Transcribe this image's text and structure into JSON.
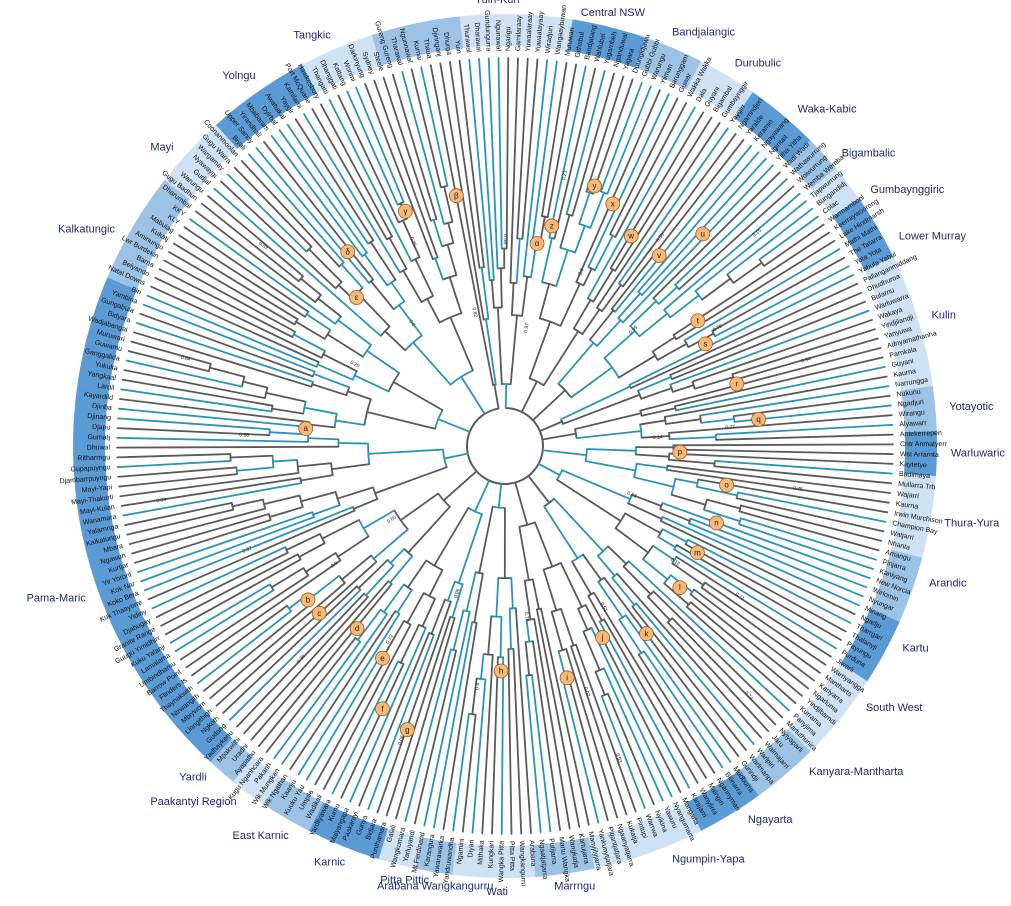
{
  "colors": {
    "band_dark": "#5b9bd5",
    "band_mid": "#9cc3e5",
    "band_light": "#cfe2f3",
    "label": "#1d2a70",
    "branch_gray": "#5a5a5a",
    "branch_blue": "#2a93b8",
    "node_fill": "#f7b977",
    "node_stroke": "#9a5a20"
  },
  "groups": [
    {
      "name": "Yuin-Kuri",
      "from": -6,
      "to": 9,
      "shade": "light"
    },
    {
      "name": "Central NSW",
      "from": 9,
      "to": 19,
      "shade": "dark"
    },
    {
      "name": "Bandjalangic",
      "from": 19,
      "to": 27,
      "shade": "mid"
    },
    {
      "name": "Durubulic",
      "from": 27,
      "to": 35,
      "shade": "light"
    },
    {
      "name": "Waka-Kabic",
      "from": 35,
      "to": 45,
      "shade": "dark"
    },
    {
      "name": "Bigambalic",
      "from": 45,
      "to": 50,
      "shade": "mid"
    },
    {
      "name": "Gumbaynggiric",
      "from": 50,
      "to": 55,
      "shade": "light"
    },
    {
      "name": "Lower Murray",
      "from": 55,
      "to": 64,
      "shade": "dark"
    },
    {
      "name": "Kulin",
      "from": 64,
      "to": 82,
      "shade": "light"
    },
    {
      "name": "Yotayotic",
      "from": 82,
      "to": 88,
      "shade": "mid"
    },
    {
      "name": "Warluwaric",
      "from": 88,
      "to": 94,
      "shade": "dark"
    },
    {
      "name": "Thura-Yura",
      "from": 94,
      "to": 105,
      "shade": "light"
    },
    {
      "name": "Arandic",
      "from": 105,
      "to": 114,
      "shade": "mid"
    },
    {
      "name": "Kartu",
      "from": 114,
      "to": 123,
      "shade": "dark"
    },
    {
      "name": "South West",
      "from": 123,
      "to": 135,
      "shade": "light"
    },
    {
      "name": "Kanyara-Mantharta",
      "from": 135,
      "to": 144,
      "shade": "mid"
    },
    {
      "name": "Ngayarta",
      "from": 144,
      "to": 153,
      "shade": "dark"
    },
    {
      "name": "Ngumpin-Yapa",
      "from": 153,
      "to": 168,
      "shade": "light"
    },
    {
      "name": "Marrngu",
      "from": 168,
      "to": 176,
      "shade": "mid"
    },
    {
      "name": "Wati",
      "from": 176,
      "to": 187,
      "shade": "light"
    },
    {
      "name": "Arabana Wangkangurru",
      "from": 187,
      "to": 192,
      "shade": "mid"
    },
    {
      "name": "Pitta Pittic",
      "from": 192,
      "to": 197,
      "shade": "light"
    },
    {
      "name": "Karnic",
      "from": 197,
      "to": 207,
      "shade": "dark"
    },
    {
      "name": "East Karnic",
      "from": 207,
      "to": 214,
      "shade": "mid"
    },
    {
      "name": "Paakantyi Region",
      "from": 214,
      "to": 219,
      "shade": "light"
    },
    {
      "name": "Yardli",
      "from": 219,
      "to": 223,
      "shade": "mid"
    },
    {
      "name": "Pama-Maric",
      "from": 223,
      "to": 293,
      "shade": "dark"
    },
    {
      "name": "Kalkatungic",
      "from": 293,
      "to": 308,
      "shade": "mid"
    },
    {
      "name": "Mayi",
      "from": 308,
      "to": 318,
      "shade": "light"
    },
    {
      "name": "Yolngu",
      "from": 318,
      "to": 332,
      "shade": "dark"
    },
    {
      "name": "Tangkic",
      "from": 332,
      "to": 342,
      "shade": "light"
    },
    {
      "name": "Yuin-Kuri",
      "from": 342,
      "to": 354,
      "shade": "mid"
    }
  ],
  "group_labels": [
    {
      "text": "Yuin-Kuri",
      "angle": 359
    },
    {
      "text": "Central NSW",
      "angle": 14
    },
    {
      "text": "Bandjalangic",
      "angle": 22
    },
    {
      "text": "Durubulic",
      "angle": 31
    },
    {
      "text": "Waka-Kabic",
      "angle": 41
    },
    {
      "text": "Bigambalic",
      "angle": 49
    },
    {
      "text": "Gumbaynggiric",
      "angle": 55
    },
    {
      "text": "Lower Murray",
      "angle": 62
    },
    {
      "text": "Kulin",
      "angle": 73
    },
    {
      "text": "Yotayotic",
      "angle": 85
    },
    {
      "text": "Warluwaric",
      "angle": 91
    },
    {
      "text": "Thura-Yura",
      "angle": 100
    },
    {
      "text": "Arandic",
      "angle": 108
    },
    {
      "text": "Kartu",
      "angle": 117
    },
    {
      "text": "South West",
      "angle": 126
    },
    {
      "text": "Kanyara-Mantharta",
      "angle": 137
    },
    {
      "text": "Ngayarta",
      "angle": 147
    },
    {
      "text": "Ngumpin-Yapa",
      "angle": 158
    },
    {
      "text": "Marrngu",
      "angle": 171
    },
    {
      "text": "Wati",
      "angle": 181
    },
    {
      "text": "Arabana Wangkangurru",
      "angle": 189
    },
    {
      "text": "Pitta Pittic",
      "angle": 193
    },
    {
      "text": "Karnic",
      "angle": 201
    },
    {
      "text": "East Karnic",
      "angle": 209
    },
    {
      "text": "Paakantyi Region",
      "angle": 217
    },
    {
      "text": "Yardli",
      "angle": 222
    },
    {
      "text": "Pama-Maric",
      "angle": 250
    },
    {
      "text": "Kalkatungic",
      "angle": 299
    },
    {
      "text": "Mayi",
      "angle": 312
    },
    {
      "text": "Yolngu",
      "angle": 326
    },
    {
      "text": "Tangkic",
      "angle": 337
    }
  ],
  "leaves": [
    "Thurawal",
    "Dharawal",
    "Gundungurra",
    "Ngunawal",
    "Ngarigu",
    "Gamilaraay",
    "Yuwaalaraay",
    "Yuwaalayaay",
    "Wiradjuri",
    "Wangaaybuwan",
    "Muruwari",
    "Githabul",
    "Bandjalang",
    "Wahlubal",
    "Yugambeh",
    "Nganduwal",
    "Yagara",
    "Duungidjawu",
    "Gubbi Gubbi",
    "Warungu",
    "Yiiman",
    "Barunggam",
    "Guwar",
    "Wakka Wakka",
    "Dala",
    "Guyani",
    "Bigambal",
    "Gumbaynggir",
    "Yaygirr",
    "Ngarrindjeri",
    "Yaralde",
    "Keramin",
    "Ngayawang",
    "Ngintait",
    "Yitha Yitha",
    "Wadi Wadi",
    "Wathawurrung",
    "Woiwurrung",
    "Wemba Wemba",
    "Tjapwurrung",
    "Bungandidj",
    "Colac",
    "Warrnambool",
    "Keerraywoorong",
    "Lake Hindmarsh",
    "Mathi Mathi",
    "The Tatarra",
    "Yota Yota",
    "Yabula Yabul",
    "Pallanganmiddang",
    "Dhudhuroa",
    "Bularnu",
    "Warluwarra",
    "Wakaya",
    "Yindjilandji",
    "Yanyuwa",
    "Adnyamathanha",
    "Parnkala",
    "Guyani",
    "Kaurna",
    "Narrungga",
    "Nukunu",
    "Ngadjuri",
    "Wirangu",
    "Alyawarr",
    "Antekerrepen",
    "Cntr Anmatyerr",
    "Wst Arrarnta",
    "Kaytetye",
    "Badimaya",
    "Mullarra Trb",
    "Wajarri",
    "Kaurna",
    "Irwin Murchison",
    "Champion Bay",
    "Watjarri",
    "Nhanta",
    "Amangu",
    "Pinjarra",
    "Kaniyang",
    "New Norcia",
    "Wirlomin",
    "Nyungar",
    "Minang",
    "Ngadju",
    "Tharrgari",
    "Thalanyji",
    "Payungu",
    "Purduna",
    "Jiwarli",
    "Warriyangga",
    "Mantharta",
    "Kariyarra",
    "Ngarluma",
    "Yindjibarndi",
    "Kurrama",
    "Panyjima",
    "Martuthunira",
    "Nyiyaparli",
    "Jaru",
    "Walmajarri",
    "Warlpiri",
    "Warlmanpa",
    "Gurindji",
    "Mudburra",
    "Bilinarra",
    "Ngarinyman",
    "Malngin",
    "Wanyjirra",
    "Karajarri",
    "Mangarla",
    "Nyangumarta",
    "Yawuru",
    "Nyikina",
    "Warrwa",
    "Pintupi",
    "Kukatja",
    "Ngaanyatjarra",
    "Pitjantjatjara",
    "Yankunytjatjara",
    "Manyjilyjarra",
    "Kartujarra",
    "Wangkatja",
    "Martu Wangka",
    "Putijarra",
    "Ngaatjatjarra",
    "Arabana",
    "Wangkangurru",
    "Pitta Pitta",
    "Wangka Pitta",
    "Kungkari",
    "Mithaka",
    "Diyari",
    "Ngamini",
    "Yandruwandha",
    "Yawarawarka",
    "Karangura",
    "Mt Ferdinand",
    "Yarluyandi",
    "Wangkumara",
    "Galali",
    "Punthamara",
    "Bidjara",
    "Gunya",
    "Paakantyi",
    "Malyangapa",
    "Kurnu",
    "Yardliyawara",
    "Wadikali",
    "Umpila",
    "Kuuku Yau",
    "Kaanju",
    "Wik Ngathan",
    "Wik Mungkan",
    "Pakanh",
    "Kugu Nganhcara",
    "Ayapathu",
    "Uradhi",
    "Mpakwithi",
    "Yadhaykenu",
    "Gudang",
    "Ngkoth",
    "Linngithigh",
    "Mbiywom",
    "Ntrwangith",
    "Thaynakwith",
    "Flinders Is",
    "Barrow Point",
    "Umbindhamu",
    "Lamalama",
    "Kuku Yalanji",
    "Guugu Yimidhirr",
    "Granite Range",
    "Djabugay",
    "Yidiny",
    "Kuk Thaayorre",
    "Koko Bera",
    "Kok Nar",
    "Yir Yoront",
    "Kurtjar",
    "Ngawun",
    "Mbara",
    "Kalkatungu",
    "Yalarnnga",
    "Wanamara",
    "Mayi-Kulan",
    "Mayi-Thakurti",
    "Mayi-Yapi",
    "Djambarrpuyngu",
    "Gupapuyngu",
    "Ritharrngu",
    "Dhuwal",
    "Gumatj",
    "Djapu",
    "Djinang",
    "Djinba",
    "Kayardild",
    "Lardil",
    "Yangkaal",
    "Yukulta",
    "Ganggalida",
    "Guwamu",
    "Muruwari",
    "Wadjabangai",
    "Bidyara",
    "Gungabula",
    "Yambina",
    "Biri",
    "Natal Downs",
    "Belyando",
    "Barna",
    "Lwr Burdekin",
    "Aminungo",
    "Kukatj",
    "Mabuiag",
    "KLY",
    "KKY",
    "Dharumbal",
    "Gugu Badhun",
    "Warungu",
    "Gudjal",
    "Nyawaygi",
    "Wargamay",
    "Gugu Warra",
    "Coonanmoolan",
    "Biyali",
    "Upper Sandy",
    "Yirandhali",
    "Mbabaram",
    "Dyirbal",
    "Awabakal",
    "Yaygir",
    "Kamilaroi",
    "Port McQuarie",
    "Hawkesbury",
    "Thangatti",
    "Dhanggati",
    "Kattang",
    "Worimi",
    "Darkinyung",
    "Sydney",
    "Steele",
    "Gureng Gureng",
    "Tharawal",
    "Ngunnawal",
    "Kurnai",
    "Thaua",
    "Djiringanj",
    "Dhurga",
    "Yuin"
  ],
  "clade_markers": [
    "α",
    "β",
    "γ",
    "δ",
    "ε",
    "a",
    "b",
    "c",
    "d",
    "e",
    "f",
    "g",
    "h",
    "i",
    "j",
    "k",
    "l",
    "m",
    "n",
    "o",
    "p",
    "q",
    "r",
    "s",
    "t",
    "u",
    "v",
    "w",
    "x",
    "y",
    "z"
  ],
  "support_values": [
    "0.97",
    "0.99",
    "0.77",
    "0.71",
    "0.93",
    "0.96",
    "0.9",
    "0.88",
    "0.83",
    "0.82",
    "0.8",
    "0.79",
    "0.75",
    "0.74",
    "0.73",
    "0.72",
    "0.67",
    "0.64",
    "0.6",
    "0.59",
    "0.55",
    "0.54",
    "0.52",
    "0.51",
    "0.4",
    "0.39",
    "0.34",
    "0.29",
    "0.25",
    "0.23",
    "0.15",
    "0.14",
    "0.12",
    "0.07",
    "0.06",
    "0.05"
  ]
}
